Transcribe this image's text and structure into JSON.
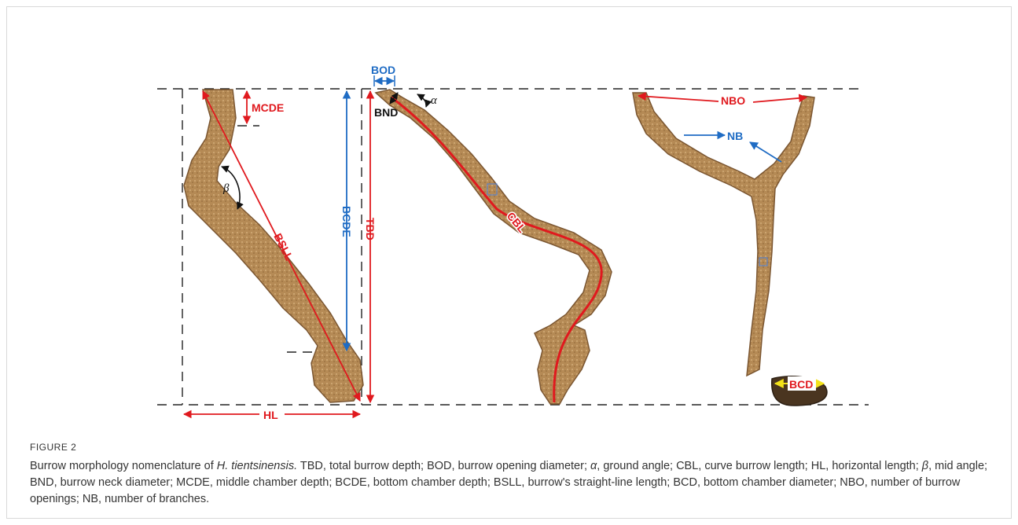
{
  "figure": {
    "label": "FIGURE 2",
    "caption": {
      "part1": "Burrow morphology nomenclature of ",
      "species": "H. tientsinensis.",
      "part2": " TBD, total burrow depth; BOD, burrow opening diameter; ",
      "alpha": "α",
      "part3": ", ground angle; CBL, curve burrow length; HL, horizontal length; ",
      "beta": "β",
      "part4": ", mid angle; BND, burrow neck diameter; MCDE, middle chamber depth; BCDE, bottom chamber depth; BSLL, burrow's straight-line length; BCD, bottom chamber diameter; NBO, number of burrow openings; NB, number of branches."
    },
    "annotations": {
      "mcde": "MCDE",
      "beta": "β",
      "bsll": "BSLL",
      "bcde": "BCDE",
      "tbd": "TBD",
      "hl": "HL",
      "bod": "BOD",
      "bnd": "BND",
      "alpha": "α",
      "cbl": "CBL",
      "nbo": "NBO",
      "nb": "NB",
      "bcd": "BCD"
    },
    "colors": {
      "red": "#e0191e",
      "blue": "#1f6cc4",
      "burrow": "#b58a55",
      "burrow_dark": "#7a5530"
    }
  }
}
